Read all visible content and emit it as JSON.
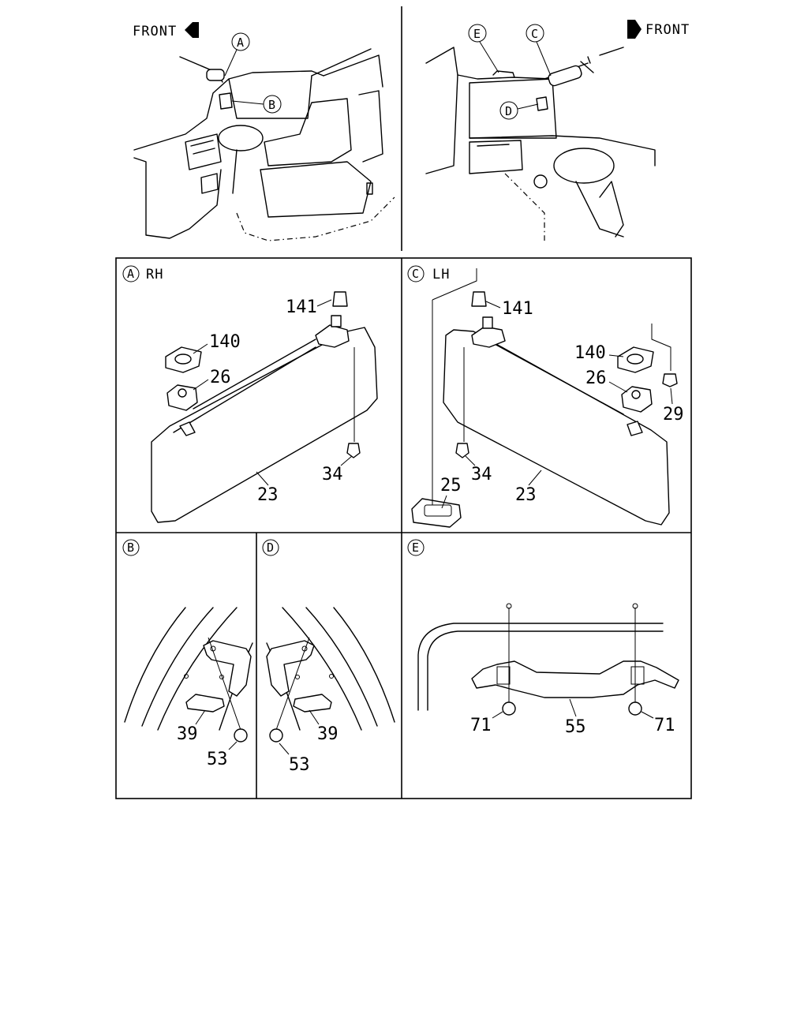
{
  "overview_left": {
    "front_label": "FRONT",
    "callouts": {
      "a": "A",
      "b": "B"
    }
  },
  "overview_right": {
    "front_label": "FRONT",
    "callouts": {
      "e": "E",
      "c": "C",
      "d": "D"
    }
  },
  "panel_a": {
    "letter": "A",
    "side": "RH",
    "parts": {
      "p141": "141",
      "p140": "140",
      "p26": "26",
      "p34": "34",
      "p23": "23"
    }
  },
  "panel_c": {
    "letter": "C",
    "side": "LH",
    "parts": {
      "p141": "141",
      "p140": "140",
      "p26": "26",
      "p29": "29",
      "p34": "34",
      "p25": "25",
      "p23": "23"
    }
  },
  "panel_b": {
    "letter": "B",
    "parts": {
      "p39": "39",
      "p53": "53"
    }
  },
  "panel_d": {
    "letter": "D",
    "parts": {
      "p39": "39",
      "p53": "53"
    }
  },
  "panel_e": {
    "letter": "E",
    "parts": {
      "p71_left": "71",
      "p55": "55",
      "p71_right": "71"
    }
  }
}
